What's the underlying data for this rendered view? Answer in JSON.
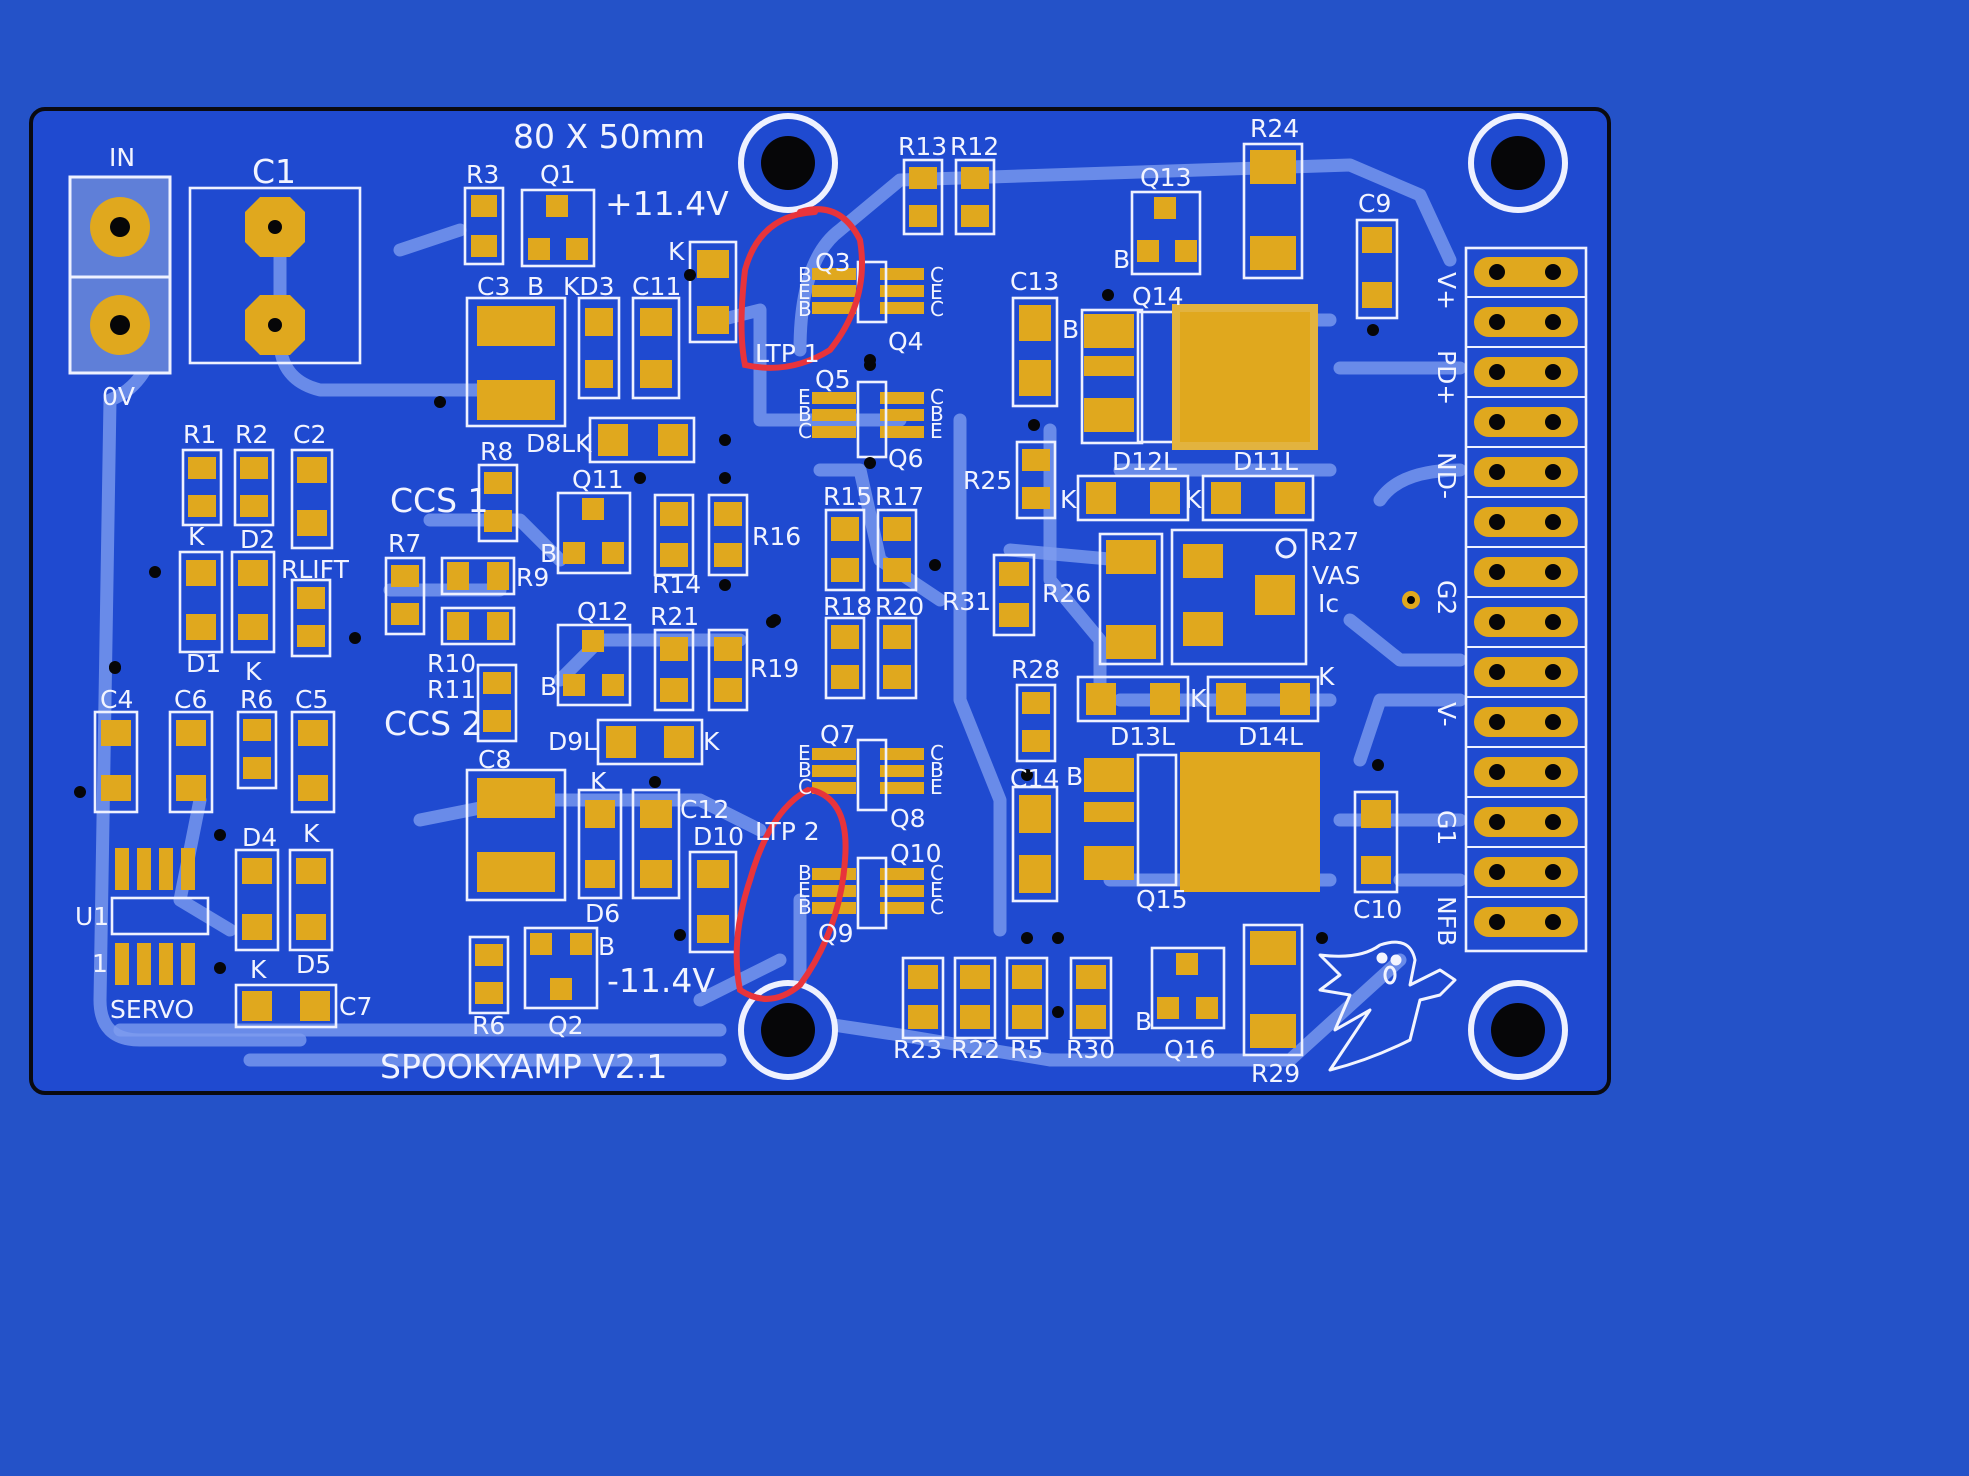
{
  "board": {
    "title": "SPOOKYAMP V2.1",
    "size_label": "80 X 50mm",
    "rail_pos": "+11.4V",
    "rail_neg": "-11.4V",
    "colors": {
      "background": "#2452C8",
      "board": "#1F4AD0",
      "copper_pad": "#E0A81E",
      "silkscreen": "#F2F4FF",
      "trace": "#7F9EF0",
      "annotation": "#E8343B"
    }
  },
  "labels": {
    "in": "IN",
    "ov": "0V",
    "c1": "C1",
    "r3": "R3",
    "q1": "Q1",
    "c3": "C3",
    "b1": "B",
    "kd3": "KD3",
    "c11": "C11",
    "k_d7": "K",
    "q3": "Q3",
    "ltp1": "LTP 1",
    "q4": "Q4",
    "q5": "Q5",
    "q6": "Q6",
    "r13": "R13",
    "r12": "R12",
    "r24": "R24",
    "q13": "Q13",
    "c9": "C9",
    "c13": "C13",
    "q14": "Q14",
    "b_q14": "B",
    "b_q13": "B",
    "r1": "R1",
    "r2": "R2",
    "c2": "C2",
    "r8": "R8",
    "d8lk": "D8LK",
    "ccs1": "CCS 1",
    "q11": "Q11",
    "r16": "R16",
    "r14": "R14",
    "r9": "R9",
    "r7": "R7",
    "d1": "D1",
    "d2": "D2",
    "k_d1": "K",
    "k_d2": "K",
    "rlift": "RLIFT",
    "r15": "R15",
    "r17": "R17",
    "r25": "R25",
    "d12l": "D12L",
    "d11l": "D11L",
    "k_d12": "K",
    "k_d11": "K",
    "r27": "R27",
    "vas": "VAS",
    "ic": "Ic",
    "r31": "R31",
    "r26": "R26",
    "r18": "R18",
    "r20": "R20",
    "r10": "R10",
    "r11": "R11",
    "q12": "Q12",
    "r21": "R21",
    "r19": "R19",
    "b_q11": "B",
    "b_q12": "B",
    "ccs2": "CCS 2",
    "d9l": "D9L",
    "k_d9": "K",
    "r28": "R28",
    "d13l": "D13L",
    "d14l": "D14L",
    "k_d13": "K",
    "k_d14": "K",
    "c4": "C4",
    "c6": "C6",
    "r6a": "R6",
    "c5": "C5",
    "q7": "Q7",
    "q8": "Q8",
    "c14": "C14",
    "b_q15": "B",
    "q15": "Q15",
    "c10": "C10",
    "c8": "C8",
    "k_d6": "K",
    "c12": "C12",
    "d10": "D10",
    "ltp2": "LTP 2",
    "q9": "Q9",
    "q10": "Q10",
    "d4": "D4",
    "k_d4": "K",
    "u1": "U1",
    "one": "1",
    "d6": "D6",
    "k_d5": "K",
    "d5": "D5",
    "c7": "C7",
    "servo": "SERVO",
    "r6b": "R6",
    "q2": "Q2",
    "b_q2": "B",
    "r23": "R23",
    "r22": "R22",
    "r5": "R5",
    "r30": "R30",
    "q16": "Q16",
    "b_q16": "B",
    "r29": "R29",
    "conn_vplus": "V+",
    "conn_pdplus": "PD+",
    "conn_ndminus": "ND-",
    "conn_g2": "G2",
    "conn_vminus": "V-",
    "conn_g1": "G1",
    "conn_nfb": "NFB",
    "pin_b": "B",
    "pin_e": "E",
    "pin_c": "C"
  }
}
